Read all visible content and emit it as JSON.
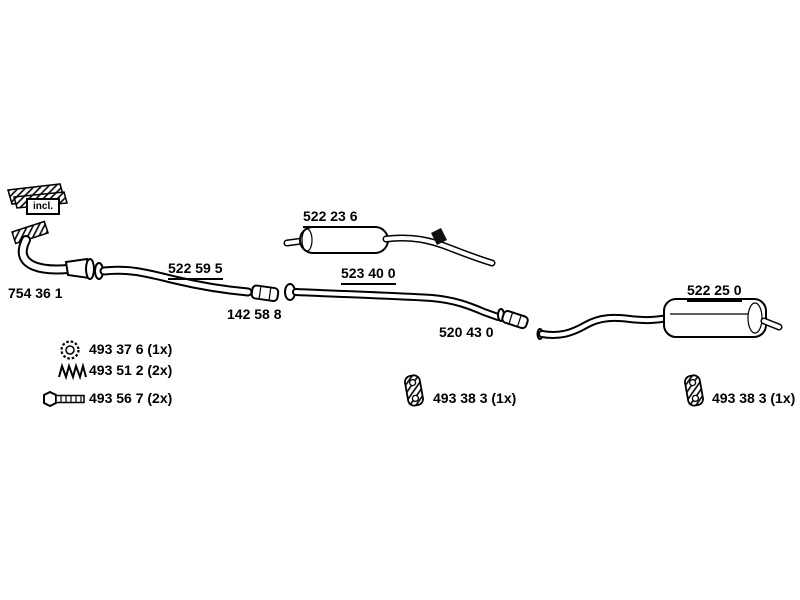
{
  "labels": {
    "incl": "incl.",
    "downpipe": "754 36 1",
    "front_pipe": "522 59 5",
    "pipe_connector": "142 58 8",
    "center_muffler": "522 23 6",
    "center_pipe": "523 40 0",
    "rear_connector": "520 43 0",
    "rear_muffler": "522 25 0",
    "gasket_ring": "493 37 6 (1x)",
    "spring": "493 51 2 (2x)",
    "bolt": "493 56 7 (2x)",
    "hanger_center": "493 38 3 (1x)",
    "hanger_rear": "493 38 3 (1x)"
  },
  "colors": {
    "line": "#000000",
    "background": "#ffffff"
  }
}
